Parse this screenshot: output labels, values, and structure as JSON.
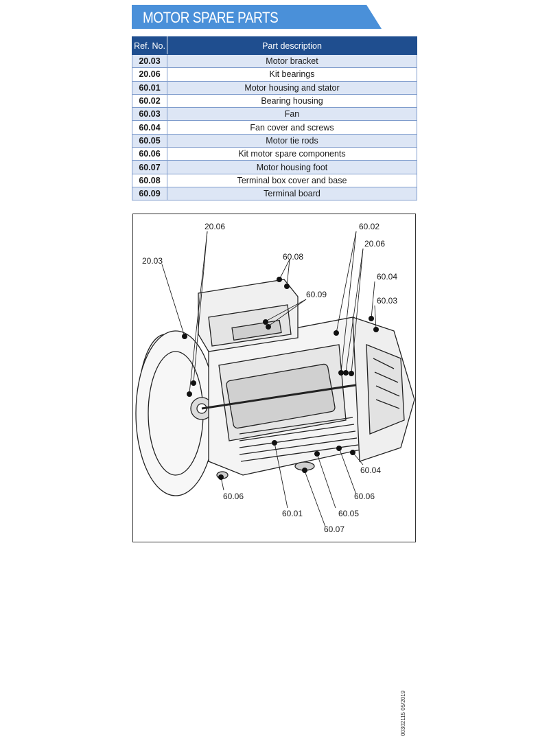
{
  "header": {
    "title": "MOTOR SPARE PARTS",
    "accent": "#4a90d9"
  },
  "table": {
    "columns": [
      "Ref. No.",
      "Part description"
    ],
    "rows": [
      [
        "20.03",
        "Motor bracket"
      ],
      [
        "20.06",
        "Kit bearings"
      ],
      [
        "60.01",
        "Motor housing and stator"
      ],
      [
        "60.02",
        "Bearing housing"
      ],
      [
        "60.03",
        "Fan"
      ],
      [
        "60.04",
        "Fan cover and screws"
      ],
      [
        "60.05",
        "Motor tie rods"
      ],
      [
        "60.06",
        "Kit motor spare components"
      ],
      [
        "60.07",
        "Motor housing foot"
      ],
      [
        "60.08",
        "Terminal box cover and base"
      ],
      [
        "60.09",
        "Terminal board"
      ]
    ]
  },
  "diagram": {
    "callouts": {
      "c2006_top": "20.06",
      "c2003": "20.03",
      "c6008": "60.08",
      "c6009": "60.09",
      "c6002": "60.02",
      "c2006_right": "20.06",
      "c6004_top": "60.04",
      "c6003": "60.03",
      "c6004_bottom": "60.04",
      "c6006_right": "60.06",
      "c6006_left": "60.06",
      "c6001": "60.01",
      "c6005": "60.05",
      "c6007": "60.07"
    },
    "doc_id": "00302115 05/2019"
  }
}
